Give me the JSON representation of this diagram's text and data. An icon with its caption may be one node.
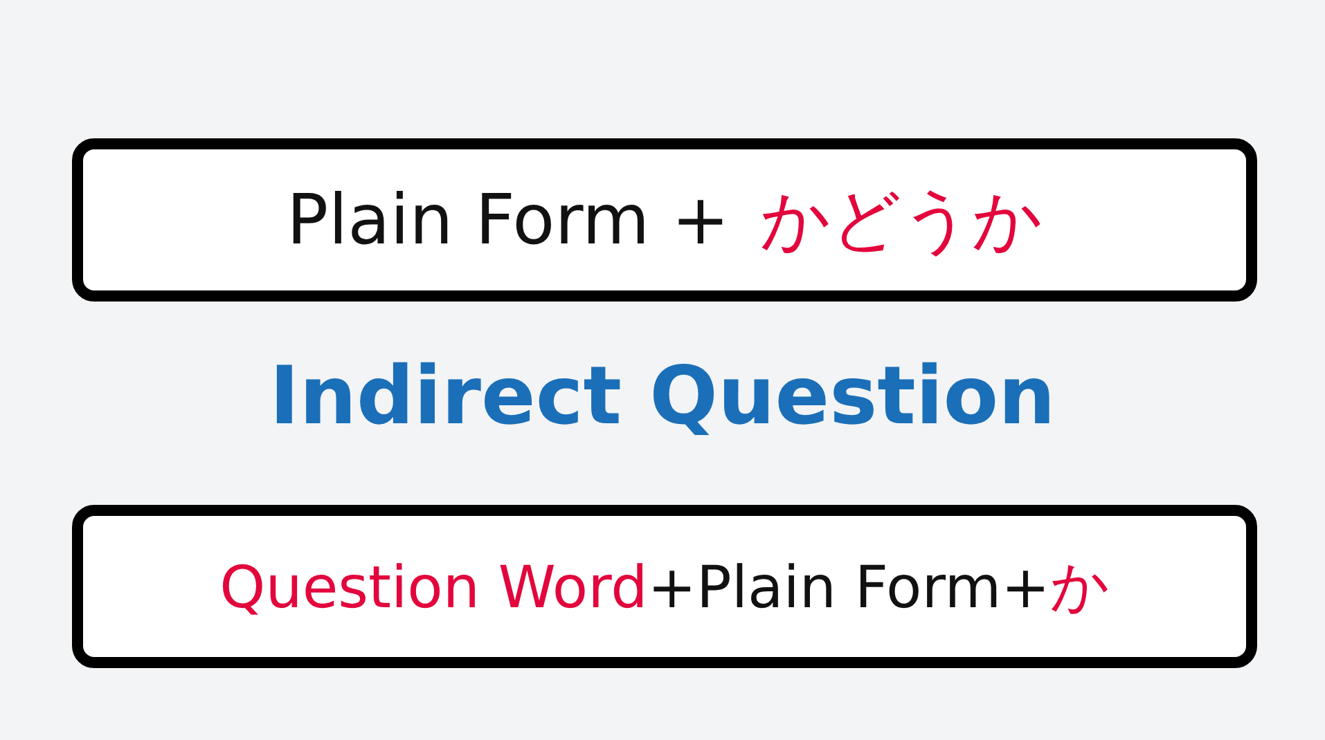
{
  "diagram": {
    "nodes": [
      {
        "text": [
          "Plain Form +",
          "かどうか"
        ]
      },
      {
        "text": [
          "Question Word",
          "+Plain Form+",
          "か"
        ]
      }
    ],
    "labels": [
      "Indirect Question"
    ]
  }
}
